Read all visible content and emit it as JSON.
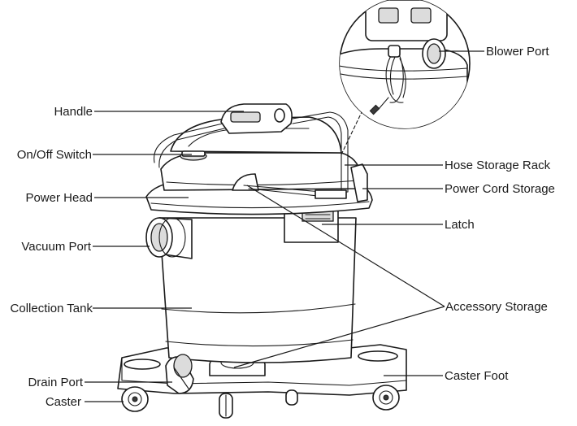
{
  "labels": {
    "handle": "Handle",
    "on_off_switch": "On/Off Switch",
    "power_head": "Power Head",
    "vacuum_port": "Vacuum Port",
    "collection_tank": "Collection Tank",
    "drain_port": "Drain Port",
    "caster": "Caster",
    "blower_port": "Blower Port",
    "hose_storage_rack": "Hose Storage Rack",
    "power_cord_storage": "Power Cord Storage",
    "latch": "Latch",
    "accessory_storage": "Accessory Storage",
    "caster_foot": "Caster Foot"
  }
}
